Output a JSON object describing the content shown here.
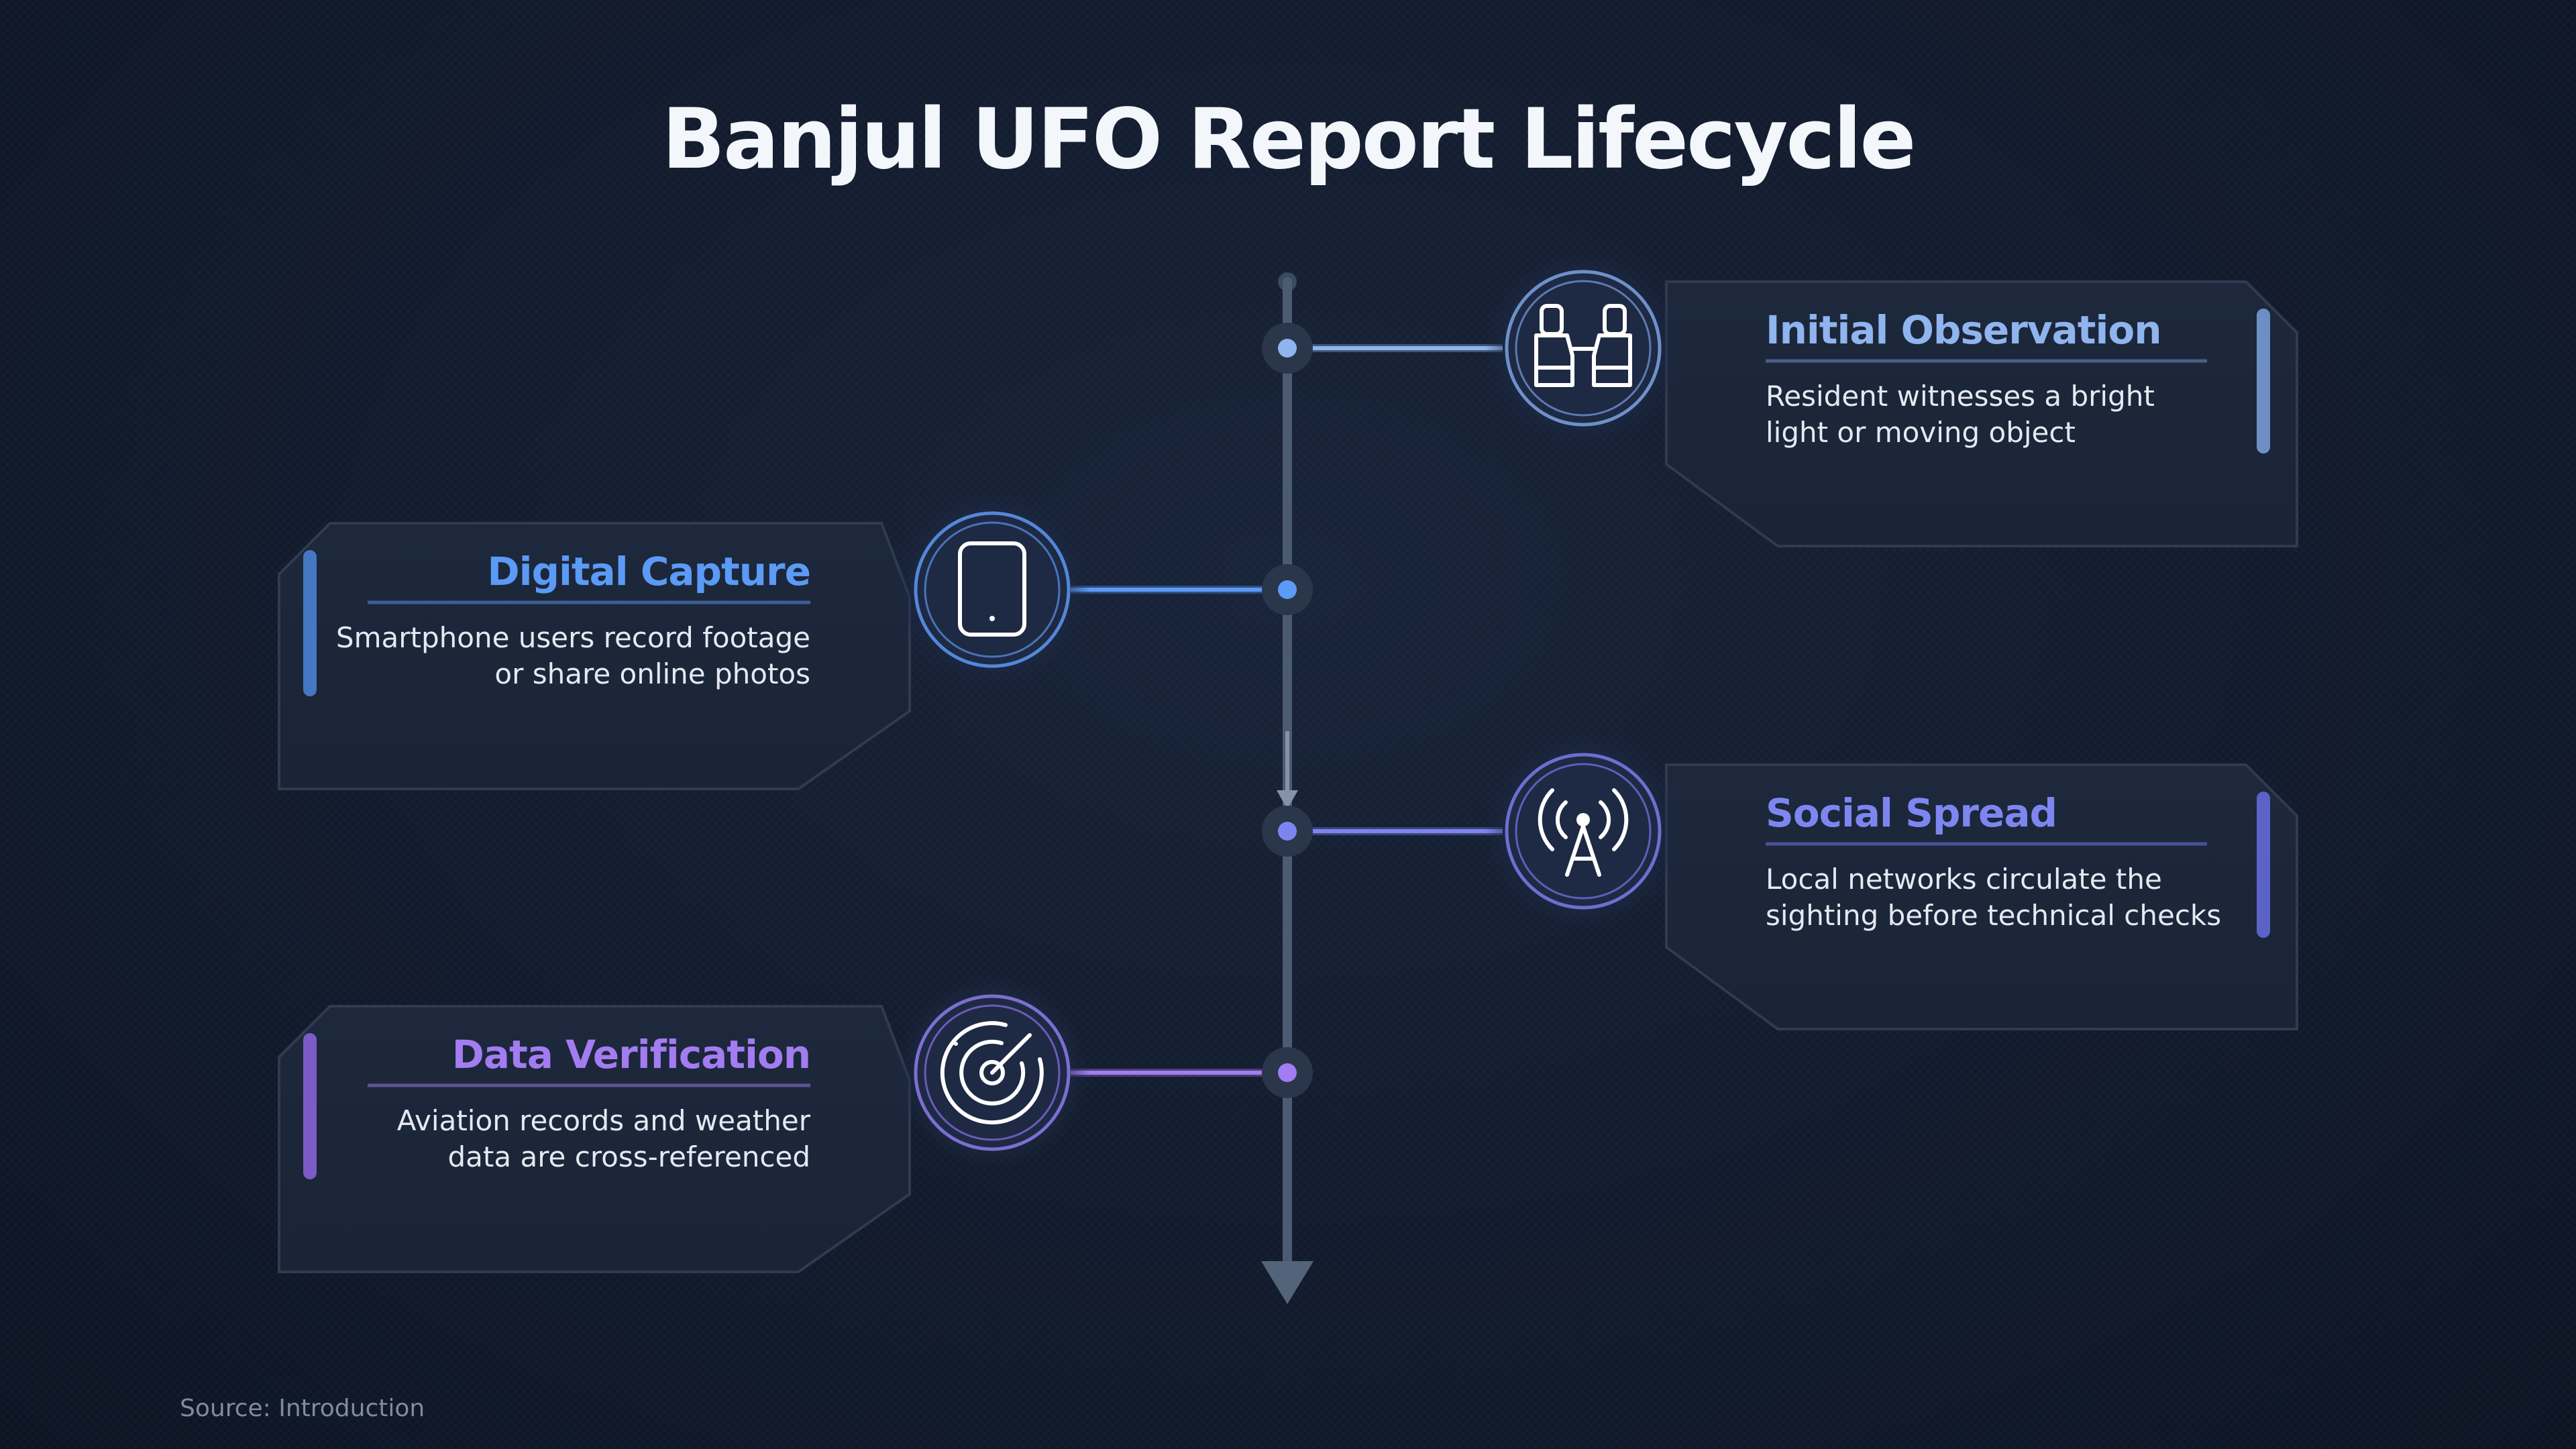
{
  "title": "Banjul UFO Report Lifecycle",
  "steps": [
    {
      "title": "Initial Observation",
      "description_lines": [
        "Resident witnesses a bright",
        "light or moving object"
      ],
      "icon": "binoculars-icon",
      "side": "right",
      "color": "#8fb4ee"
    },
    {
      "title": "Digital Capture",
      "description_lines": [
        "Smartphone users record footage",
        "or share online photos"
      ],
      "icon": "smartphone-icon",
      "side": "left",
      "color": "#5b9af5"
    },
    {
      "title": "Social Spread",
      "description_lines": [
        "Local networks circulate the",
        "sighting before technical checks"
      ],
      "icon": "broadcast-tower-icon",
      "side": "right",
      "color": "#7d86f0"
    },
    {
      "title": "Data Verification",
      "description_lines": [
        "Aviation records and weather",
        "data are cross-referenced"
      ],
      "icon": "radar-icon",
      "side": "left",
      "color": "#a27cf0"
    }
  ],
  "source": "Source: Introduction"
}
